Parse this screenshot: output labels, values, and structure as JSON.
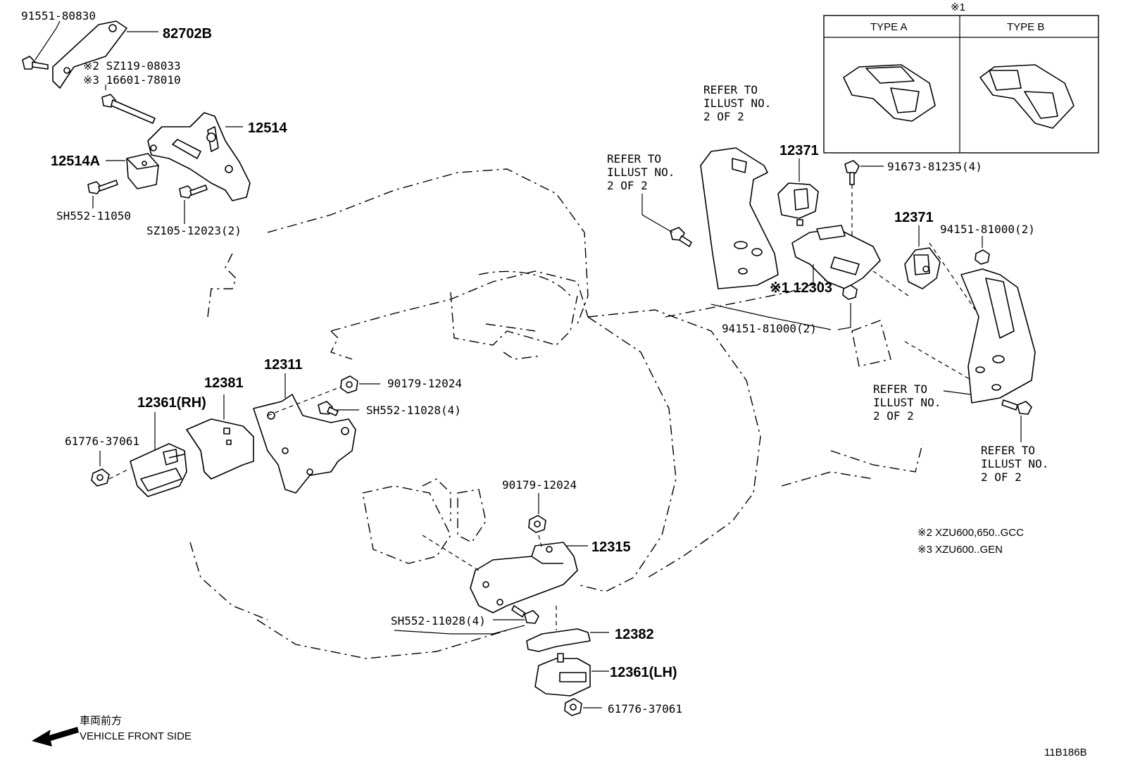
{
  "labels": {
    "p91551": "91551-80830",
    "p82702b": "82702B",
    "note2_sz": "※2 SZ119-08033",
    "note3_16601": "※3 16601-78010",
    "p12514": "12514",
    "p12514a": "12514A",
    "sh55211050": "SH552-11050",
    "sz105": "SZ105-12023(2)",
    "p12311": "12311",
    "p12381": "12381",
    "p12361rh": "12361(RH)",
    "p61776a": "61776-37061",
    "p90179a": "90179-12024",
    "sh55211028a": "SH552-11028(4)",
    "p90179b": "90179-12024",
    "p12315": "12315",
    "sh55211028b": "SH552-11028(4)",
    "p12382": "12382",
    "p12361lh": "12361(LH)",
    "p61776b": "61776-37061",
    "p12371a": "12371",
    "p91673": "91673-81235(4)",
    "p12371b": "12371",
    "p94151a": "94151-81000(2)",
    "p12303": "※1 12303",
    "p94151b": "94151-81000(2)",
    "ref_a_1": "REFER TO",
    "ref_a_2": "ILLUST NO.",
    "ref_a_3": "2 OF 2",
    "ref_b_1": "REFER TO",
    "ref_b_2": "ILLUST NO.",
    "ref_b_3": "2 OF 2",
    "ref_c_1": "REFER TO",
    "ref_c_2": "ILLUST NO.",
    "ref_c_3": "2 OF 2",
    "ref_d_1": "REFER TO",
    "ref_d_2": "ILLUST NO.",
    "ref_d_3": "2 OF 2",
    "inset_mark": "※1",
    "type_a": "TYPE A",
    "type_b": "TYPE B",
    "note2": "※2 XZU600,650..GCC",
    "note3": "※3 XZU600..GEN",
    "front_jp": "車両前方",
    "front_en": "VEHICLE FRONT SIDE",
    "diagram_id": "11B186B"
  }
}
